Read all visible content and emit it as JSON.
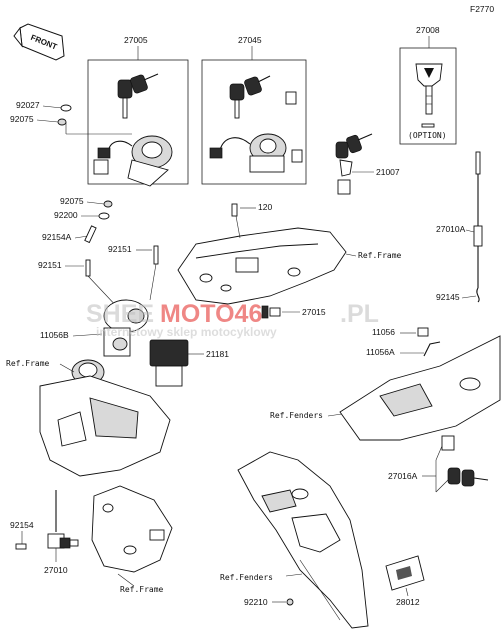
{
  "diagram_code": "F2770",
  "front_label": "FRONT",
  "watermark": {
    "text_before": "SHEE",
    "text_accent": "MOTO46",
    "text_after": ".PL",
    "tagline": "internetowy sklep motocyklowy"
  },
  "option_label": "(OPTION)",
  "part_numbers": {
    "p27005": "27005",
    "p27045": "27045",
    "p27008": "27008",
    "p92027": "92027",
    "p92075a": "92075",
    "p92075b": "92075",
    "p92200": "92200",
    "p92154a": "92154A",
    "p92151a": "92151",
    "p92151b": "92151",
    "p120": "120",
    "p21007": "21007",
    "p27010a": "27010A",
    "p92145": "92145",
    "p27015": "27015",
    "p11056": "11056",
    "p11056a": "11056A",
    "p11056b": "11056B",
    "p21181": "21181",
    "p27016a": "27016A",
    "p92154": "92154",
    "p27010": "27010",
    "p28012": "28012",
    "p92210": "92210"
  },
  "references": {
    "frame_top": "Ref.Frame",
    "frame_left": "Ref.Frame",
    "frame_bottom": "Ref.Frame",
    "fenders_right": "Ref.Fenders",
    "fenders_bottom": "Ref.Fenders"
  }
}
